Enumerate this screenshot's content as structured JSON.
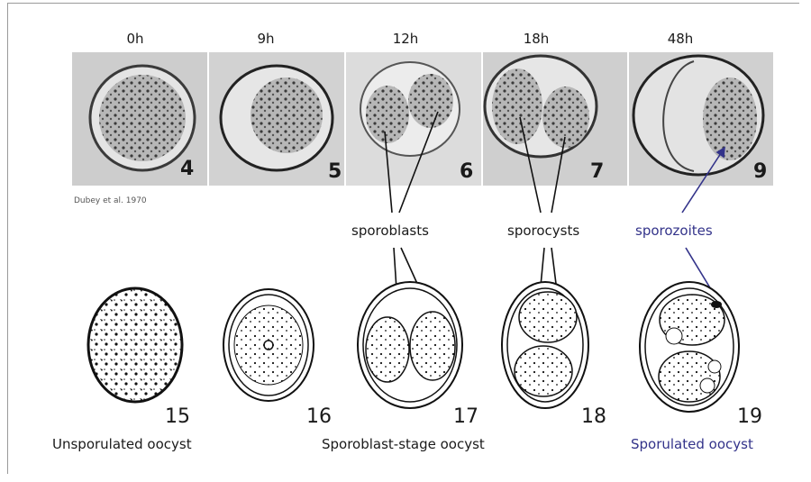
{
  "times": [
    "0h",
    "9h",
    "12h",
    "18h",
    "48h"
  ],
  "photo_numbers": [
    "4",
    "5",
    "6",
    "7",
    "9"
  ],
  "citation": "Dubey et al. 1970",
  "labels": {
    "sporoblasts": "sporoblasts",
    "sporocysts": "sporocysts",
    "sporozoites": "sporozoites"
  },
  "drawing_numbers": [
    "15",
    "16",
    "17",
    "18",
    "19"
  ],
  "captions": {
    "unsporulated": "Unsporulated oocyst",
    "sporoblast_stage": "Sporoblast-stage oocyst",
    "sporulated": "Sporulated oocyst"
  },
  "colors": {
    "accent": "#33338a",
    "photo_bg": "#cfcfcf"
  }
}
